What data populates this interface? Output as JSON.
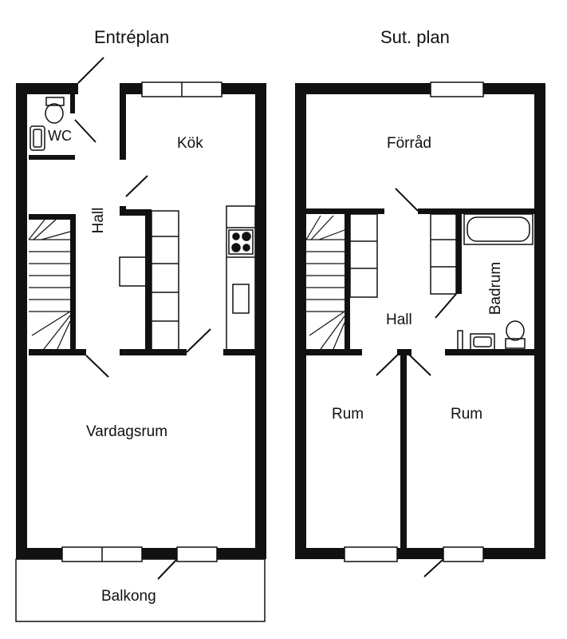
{
  "floors": {
    "entry": {
      "title": "Entréplan",
      "rooms": {
        "wc": "WC",
        "kitchen": "Kök",
        "hall": "Hall",
        "living": "Vardagsrum",
        "balcony": "Balkong"
      }
    },
    "upper": {
      "title": "Sut. plan",
      "rooms": {
        "storage": "Förråd",
        "hall": "Hall",
        "bathroom": "Badrum",
        "room_left": "Rum",
        "room_right": "Rum"
      }
    }
  },
  "colors": {
    "wall": "#111111",
    "background": "#ffffff"
  }
}
